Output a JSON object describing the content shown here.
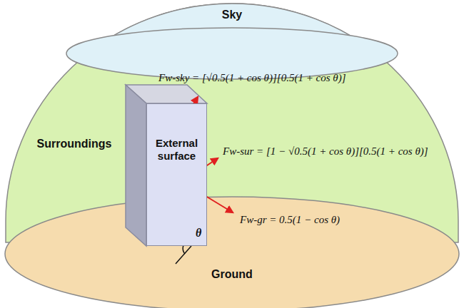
{
  "diagram": {
    "nodes": [
      {
        "text": [
          "External surface"
        ]
      }
    ],
    "labels": [
      "Sky",
      "Fw-sky = [√0.5(1 + cos θ)][0.5(1 + cos θ)]",
      "Surroundings",
      "Fw-sur = [1 − √0.5(1 + cos θ)][0.5(1 + cos θ)]",
      "Fw-gr = 0.5(1 − cos θ)",
      "θ",
      "Ground"
    ]
  }
}
